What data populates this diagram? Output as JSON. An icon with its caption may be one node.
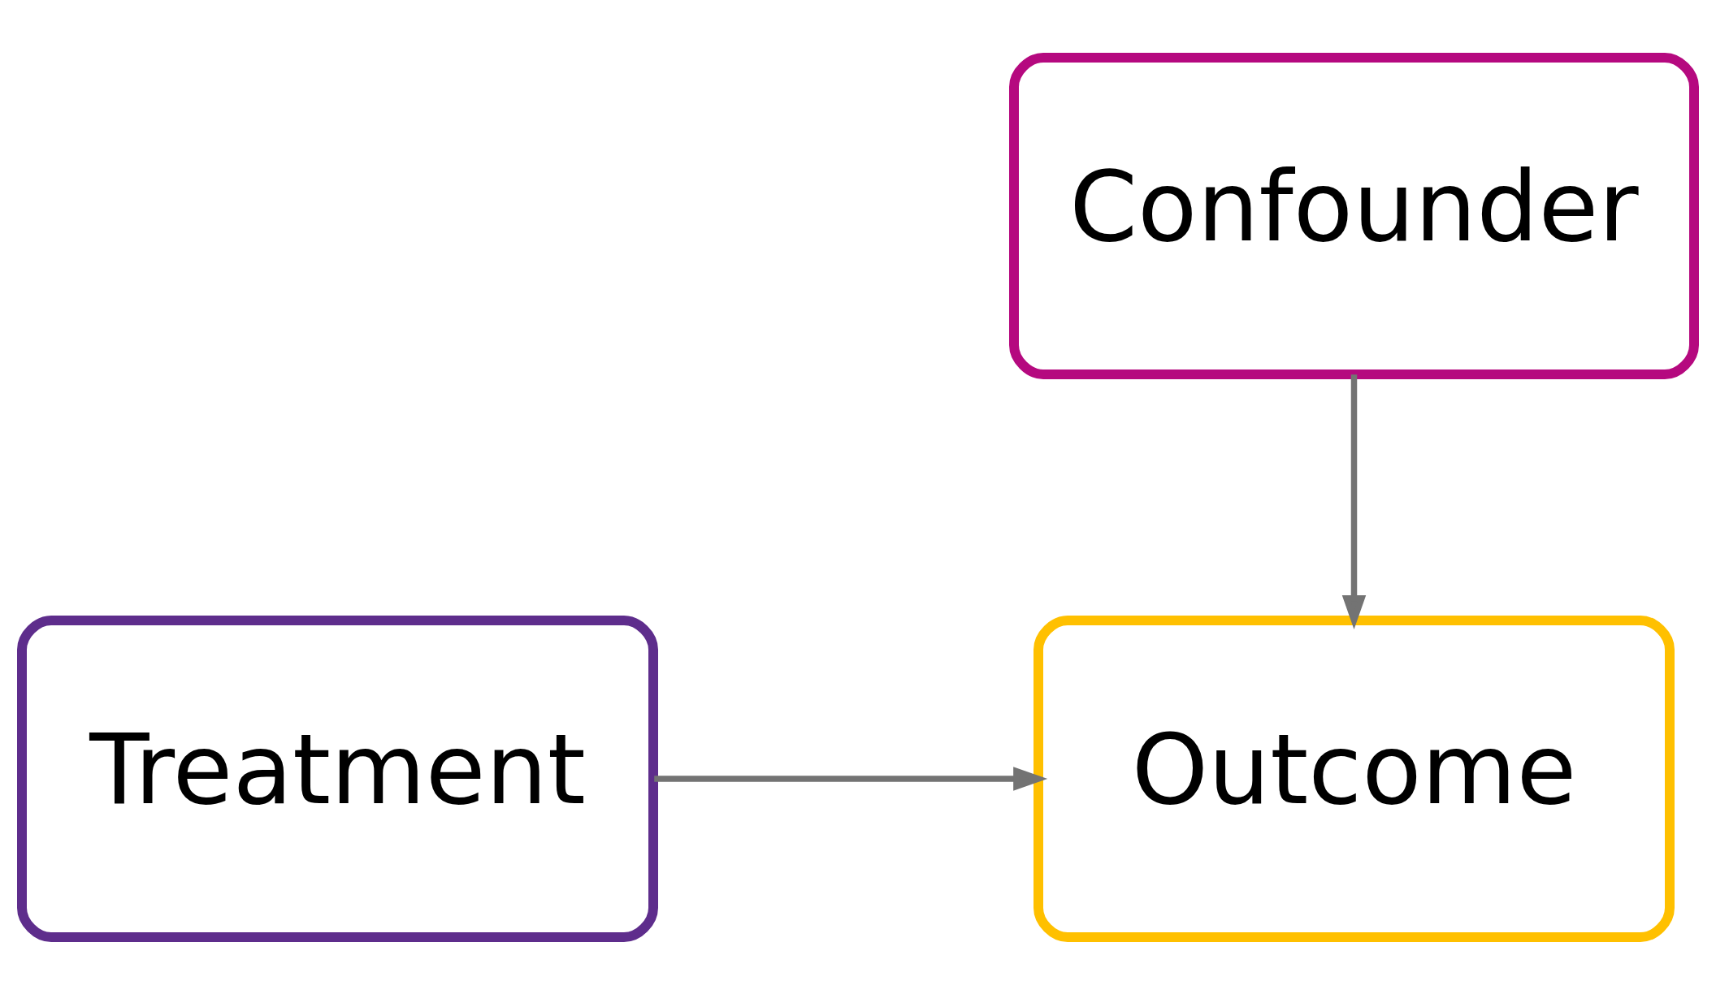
{
  "diagram": {
    "nodes": [
      {
        "text": [
          "Confounder"
        ]
      },
      {
        "text": [
          "Treatment"
        ]
      },
      {
        "text": [
          "Outcome"
        ]
      }
    ],
    "edges": [
      {
        "from": 0,
        "to": 2,
        "arrow": "to"
      },
      {
        "from": 1,
        "to": 2,
        "arrow": "to"
      }
    ]
  }
}
